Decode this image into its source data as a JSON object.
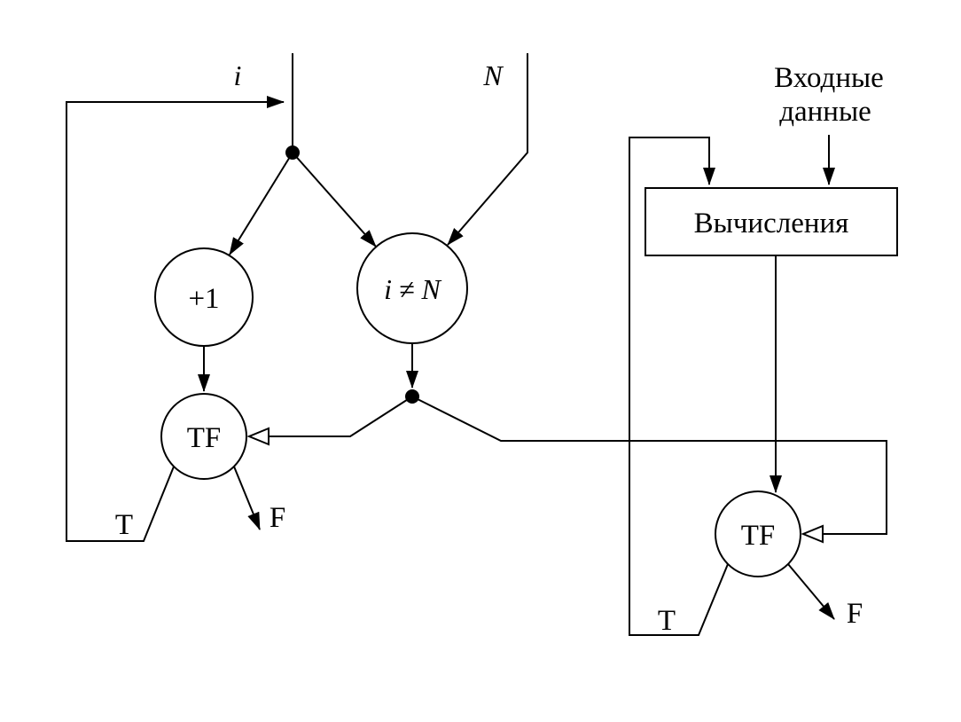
{
  "diagram": {
    "type": "dataflow-graph",
    "colors": {
      "line": "#000000",
      "background": "#ffffff",
      "node_fill": "#ffffff"
    },
    "labels": {
      "var_i": "i",
      "var_n": "N",
      "increment_node": "+1",
      "condition_node": "i ≠ N",
      "tf_gate_left": "TF",
      "tf_gate_right": "TF",
      "true_branch_left": "T",
      "false_branch_left": "F",
      "true_branch_right": "T",
      "false_branch_right": "F",
      "input_data_line1": "Входные",
      "input_data_line2": "данные",
      "computation_box": "Вычисления"
    }
  }
}
